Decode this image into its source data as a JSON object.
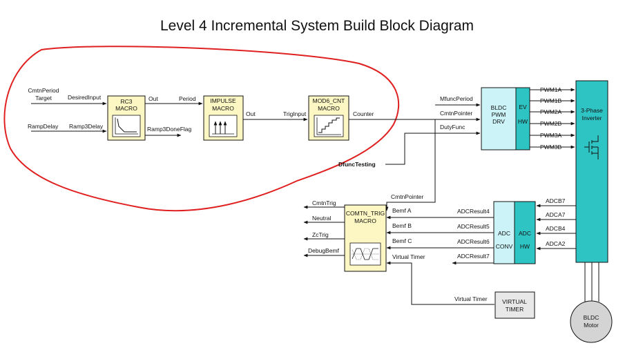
{
  "title": "Level 4 Incremental System Build Block Diagram",
  "colors": {
    "macro_fill": "#fdf7c3",
    "drv_fill": "#ccf3f7",
    "hw_fill": "#2fc4c4",
    "inverter_fill": "#2fc4c4",
    "virtual_timer_fill": "#e8e8e8",
    "motor_fill": "#d4d4d4",
    "highlight_outline": "#e02020"
  },
  "blocks": {
    "rc3": {
      "line1": "RC3",
      "line2": "MACRO"
    },
    "impulse": {
      "line1": "IMPULSE",
      "line2": "MACRO"
    },
    "mod6": {
      "line1": "MOD6_CNT",
      "line2": "MACRO"
    },
    "bldc_pwm": {
      "line1": "BLDC",
      "line2": "PWM",
      "line3": "DRV",
      "ev": "EV",
      "hw": "HW"
    },
    "inverter": {
      "line1": "3-Phase",
      "line2": "Inverter"
    },
    "comtn": {
      "line1": "COMTN_TRIG",
      "line2": "MACRO"
    },
    "adc": {
      "conv1": "ADC",
      "conv2": "CONV",
      "hw1": "ADC",
      "hw2": "HW"
    },
    "virtual_timer": {
      "line1": "VIRTUAL",
      "line2": "TIMER"
    },
    "motor": {
      "line1": "BLDC",
      "line2": "Motor"
    }
  },
  "signals": {
    "cmtn_period_target_1": "CmtnPeriod",
    "cmtn_period_target_2": "Target",
    "desired_input": "DesiredInput",
    "ramp_delay": "RampDelay",
    "ramp3_delay": "Ramp3Delay",
    "rc3_out": "Out",
    "period": "Period",
    "ramp3_done_flag": "Ramp3DoneFlag",
    "impulse_out": "Out",
    "trig_input": "TrigInput",
    "counter": "Counter",
    "mfunc_period": "MfuncPeriod",
    "cmtn_pointer_top": "CmtnPointer",
    "duty_func": "DutyFunc",
    "dfunc_testing": "DfuncTesting",
    "cmtn_pointer_mid": "CmtnPointer",
    "pwm": [
      "PWM1A",
      "PWM1B",
      "PWM2A",
      "PWM2B",
      "PWM3A",
      "PWM3B"
    ],
    "adc_channels": [
      "ADCB7",
      "ADCA7",
      "ADCB4",
      "ADCA2"
    ],
    "adc_results": [
      "ADCResult4",
      "ADCResult5",
      "ADCResult6",
      "ADCResult7"
    ],
    "bemf": [
      "Bemf A",
      "Bemf B",
      "Bemf C"
    ],
    "virtual_timer_in": "Virtual Timer",
    "virtual_timer_out": "Virtual Timer",
    "comtn_outputs": [
      "CmtnTrig",
      "Neutral",
      "ZcTrig",
      "DebugBemf"
    ]
  }
}
